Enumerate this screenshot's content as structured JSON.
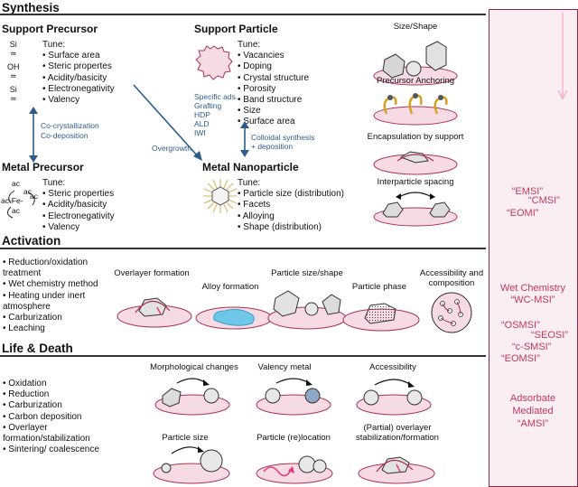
{
  "sections": {
    "synthesis": "Synthesis",
    "activation": "Activation",
    "life_death": "Life & Death"
  },
  "synthesis": {
    "support_precursor": {
      "title": "Support Precursor",
      "tune_label": "Tune:",
      "items": [
        "Surface area",
        "Steric propertes",
        "Acidity/basicity",
        "Electronegativity",
        "Valency"
      ],
      "chem": [
        "Si",
        "OH",
        "Si"
      ]
    },
    "support_particle": {
      "title": "Support Particle",
      "tune_label": "Tune:",
      "items": [
        "Vacancies",
        "Doping",
        "Crystal structure",
        "Porosity",
        "Band structure",
        "Size",
        "Surface area"
      ]
    },
    "metal_precursor": {
      "title": "Metal Precursor",
      "tune_label": "Tune:",
      "items": [
        "Steric properties",
        "Acidity/basicity",
        "Electronegativity",
        "Valency"
      ],
      "chem": [
        "ac",
        "ac",
        "ac-Fe-",
        "ac",
        "ac"
      ]
    },
    "metal_nanoparticle": {
      "title": "Metal Nanoparticle",
      "tune_label": "Tune:",
      "items": [
        "Particle size (distribution)",
        "Facets",
        "Alloying",
        "Shape (distribution)"
      ]
    },
    "arrow_labels": {
      "co_crystal": "Co-crystallization",
      "co_dep": "Co-deposition",
      "specific_ads": "Specific ads.",
      "grafting": "Grafting",
      "hdp": "HDP",
      "ald": "ALD",
      "iwi": "IWI",
      "overgrowth": "Overgrowth",
      "colloidal": "Colloidal synthesis",
      "deposition": "+ deposition"
    },
    "right_captions": {
      "size_shape": "Size/Shape",
      "anchoring": "Precursor Anchoring",
      "encapsulation": "Encapsulation by support",
      "spacing": "Interparticle spacing"
    }
  },
  "activation": {
    "items": [
      "Reduction/oxidation treatment",
      "Wet chemistry method",
      "Heating under inert atmosphere",
      "Carburization",
      "Leaching"
    ],
    "captions": {
      "overlayer": "Overlayer formation",
      "alloy": "Alloy formation",
      "particle_size_shape": "Particle size/shape",
      "phase": "Particle phase",
      "accessibility": "Accessibility and",
      "composition": "composition"
    }
  },
  "life_death": {
    "items": [
      "Oxidation",
      "Reduction",
      "Carburization",
      "Carbon deposition",
      "Overlayer formation/stabilization",
      "Sintering/ coalescence"
    ],
    "captions": {
      "morph": "Morphological changes",
      "valency": "Valency metal",
      "access": "Accessibility",
      "size": "Particle size",
      "relocation": "Particle (re)location",
      "overlayer1": "(Partial) overlayer",
      "overlayer2": "stabilization/formation"
    }
  },
  "sidebar": {
    "labels1": [
      "“EMSI”",
      "“CMSI”",
      "“EOMI”"
    ],
    "wet1": "Wet Chemistry",
    "wet2": "“WC-MSI”",
    "labels2": [
      "“OSMSI”",
      "“SEOSI”",
      "“c-SMSI”",
      "“EOMSI”"
    ],
    "ads1": "Adsorbate",
    "ads2": "Mediated",
    "ads3": "“AMSI”"
  },
  "colors": {
    "support_fill": "#f7dbe4",
    "support_stroke": "#a8324f",
    "arrow_blue": "#2d5c8a",
    "accent_pink": "#c0395f",
    "alloy_blue": "#6fc7e8"
  }
}
